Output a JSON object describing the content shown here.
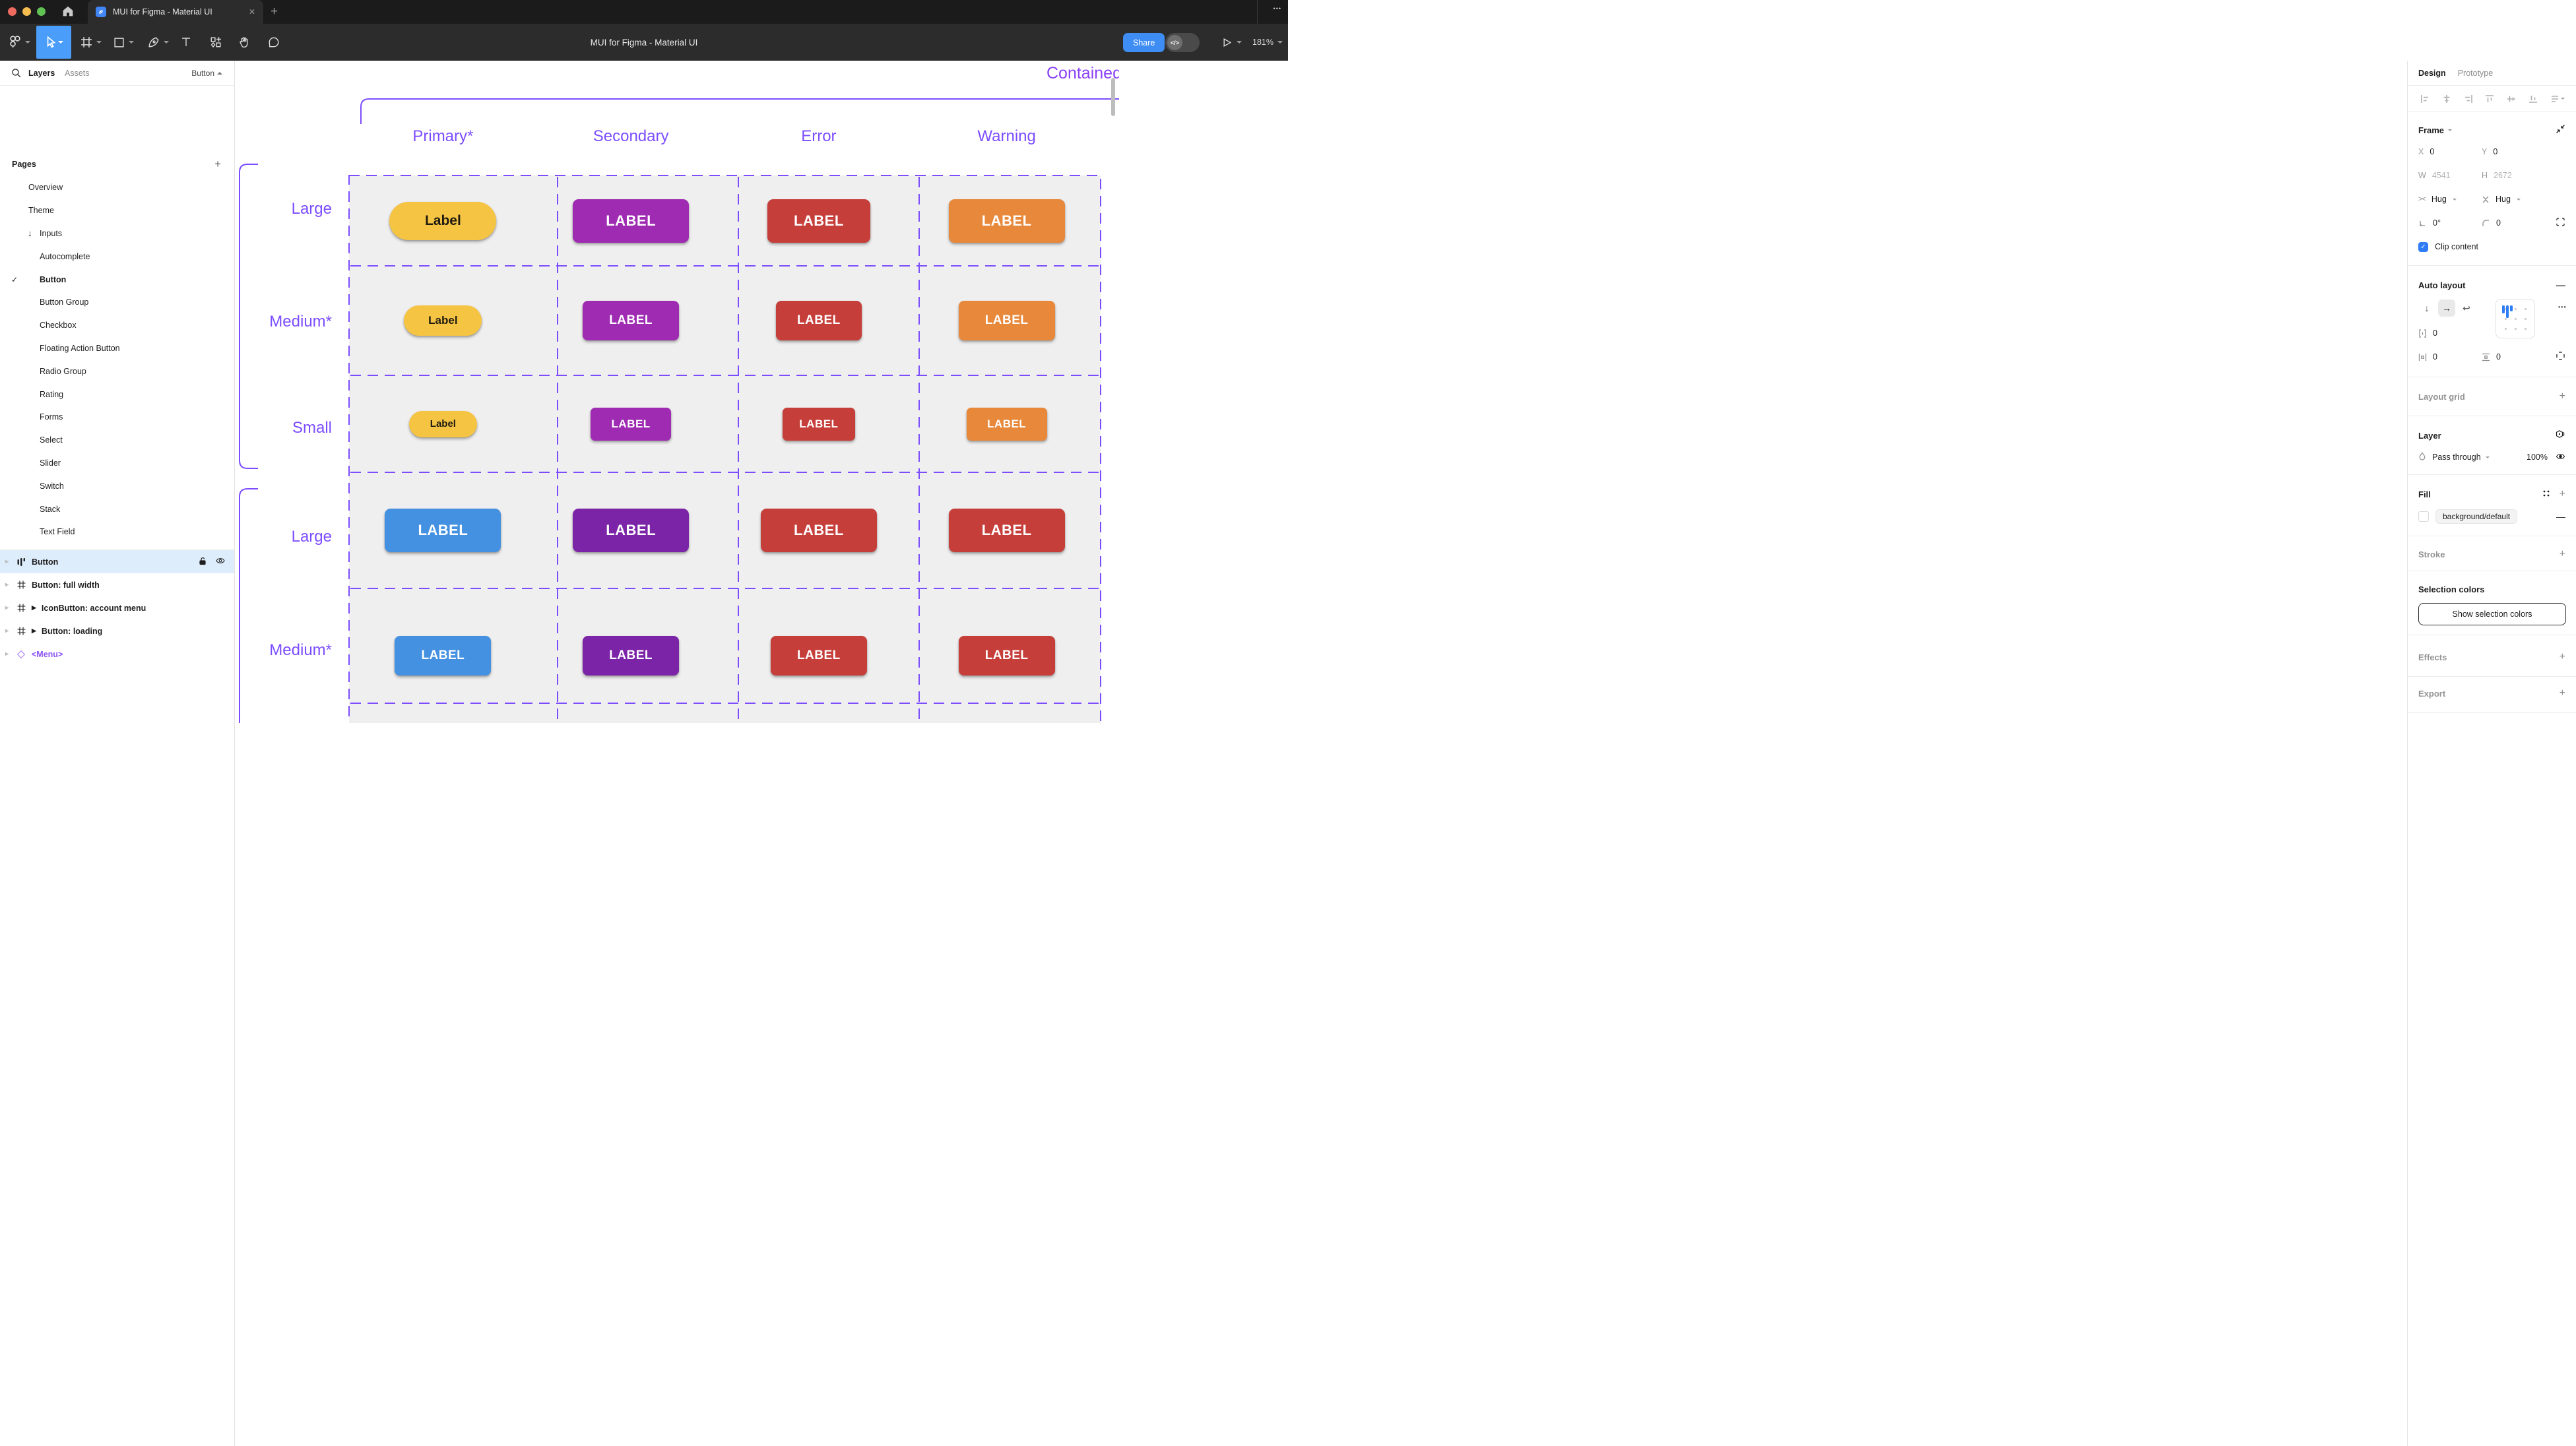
{
  "titlebar": {
    "tab_title": "MUI for Figma - Material UI",
    "close_icon": "✕",
    "new_tab_icon": "+",
    "overflow_icon": "•••"
  },
  "toolbar": {
    "document_title": "MUI for Figma - Material UI",
    "share_label": "Share",
    "dev_toggle_icon": "</>",
    "zoom_level": "181%"
  },
  "sidebar": {
    "tab_layers": "Layers",
    "tab_assets": "Assets",
    "component_jump": "Button",
    "pages_header": "Pages",
    "add_icon": "+",
    "pages": [
      {
        "label": "Overview"
      },
      {
        "label": "Theme"
      },
      {
        "label": "Inputs",
        "prefix": "↓"
      },
      {
        "label": "Autocomplete"
      },
      {
        "label": "Button",
        "check": "✓"
      },
      {
        "label": "Button Group"
      },
      {
        "label": "Checkbox"
      },
      {
        "label": "Floating Action Button"
      },
      {
        "label": "Radio Group"
      },
      {
        "label": "Rating"
      },
      {
        "label": "Forms"
      },
      {
        "label": "Select"
      },
      {
        "label": "Slider"
      },
      {
        "label": "Switch"
      },
      {
        "label": "Stack"
      },
      {
        "label": "Text Field"
      }
    ],
    "layers": [
      {
        "label": "Button",
        "instance_icon": ""
      },
      {
        "label": "Button: full width",
        "instance_icon": ""
      },
      {
        "label": "IconButton: account menu",
        "instance_icon": "▶"
      },
      {
        "label": "Button: loading",
        "instance_icon": "▶"
      },
      {
        "label": "<Menu>",
        "instance_icon": ""
      }
    ]
  },
  "canvas": {
    "frame_title": "Contained",
    "column_headers": [
      "Primary*",
      "Secondary",
      "Error",
      "Warning"
    ],
    "colors": {
      "annotation_purple": "#7C4DFF",
      "component_area_bg": "#F0EFEF"
    },
    "rows": [
      {
        "size_label": "Large",
        "buttons": [
          {
            "label": "Label",
            "bg": "#F5C443",
            "fg": "#201B10"
          },
          {
            "label": "LABEL",
            "bg": "#9E2BB2",
            "fg": "#FFFFFF"
          },
          {
            "label": "LABEL",
            "bg": "#C63E3A",
            "fg": "#FFFFFF"
          },
          {
            "label": "LABEL",
            "bg": "#E8883A",
            "fg": "#FFFFFF"
          }
        ]
      },
      {
        "size_label": "Medium*",
        "buttons": [
          {
            "label": "Label",
            "bg": "#F5C443",
            "fg": "#201B10"
          },
          {
            "label": "LABEL",
            "bg": "#9E2BB2",
            "fg": "#FFFFFF"
          },
          {
            "label": "LABEL",
            "bg": "#C63E3A",
            "fg": "#FFFFFF"
          },
          {
            "label": "LABEL",
            "bg": "#E8883A",
            "fg": "#FFFFFF"
          }
        ]
      },
      {
        "size_label": "Small",
        "buttons": [
          {
            "label": "Label",
            "bg": "#F5C443",
            "fg": "#201B10"
          },
          {
            "label": "LABEL",
            "bg": "#9E2BB2",
            "fg": "#FFFFFF"
          },
          {
            "label": "LABEL",
            "bg": "#C63E3A",
            "fg": "#FFFFFF"
          },
          {
            "label": "LABEL",
            "bg": "#E8883A",
            "fg": "#FFFFFF"
          }
        ]
      },
      {
        "size_label": "Large",
        "buttons": [
          {
            "label": "LABEL",
            "bg": "#4491E2",
            "fg": "#FFFFFF"
          },
          {
            "label": "LABEL",
            "bg": "#7C24A8",
            "fg": "#FFFFFF"
          },
          {
            "label": "LABEL",
            "bg": "#C63E3A",
            "fg": "#FFFFFF"
          },
          {
            "label": "LABEL",
            "bg": "#C63E3A",
            "fg": "#FFFFFF"
          }
        ]
      },
      {
        "size_label": "Medium*",
        "buttons": [
          {
            "label": "LABEL",
            "bg": "#4491E2",
            "fg": "#FFFFFF"
          },
          {
            "label": "LABEL",
            "bg": "#7C24A8",
            "fg": "#FFFFFF"
          },
          {
            "label": "LABEL",
            "bg": "#C63E3A",
            "fg": "#FFFFFF"
          },
          {
            "label": "LABEL",
            "bg": "#C63E3A",
            "fg": "#FFFFFF"
          }
        ]
      }
    ]
  },
  "inspector": {
    "tab_design": "Design",
    "tab_prototype": "Prototype",
    "frame": {
      "title": "Frame",
      "x_label": "X",
      "x_value": "0",
      "y_label": "Y",
      "y_value": "0",
      "w_label": "W",
      "w_value": "4541",
      "h_label": "H",
      "h_value": "2672",
      "hug_h": "Hug",
      "hug_v": "Hug",
      "rotation": "0°",
      "corner_radius": "0",
      "clip_label": "Clip content"
    },
    "auto_layout": {
      "title": "Auto layout",
      "remove_icon": "—",
      "gap_value": "0",
      "padding_h": "0",
      "padding_v": "0",
      "more_icon": "•••"
    },
    "layout_grid": {
      "title": "Layout grid",
      "add_icon": "+"
    },
    "layer": {
      "title": "Layer",
      "blend_mode": "Pass through",
      "opacity": "100%"
    },
    "fill": {
      "title": "Fill",
      "token": "background/default",
      "remove_icon": "—",
      "add_icon": "+"
    },
    "stroke": {
      "title": "Stroke",
      "add_icon": "+"
    },
    "selection_colors": {
      "title": "Selection colors",
      "button_label": "Show selection colors"
    },
    "effects": {
      "title": "Effects",
      "add_icon": "+"
    },
    "export": {
      "title": "Export",
      "add_icon": "+"
    }
  }
}
